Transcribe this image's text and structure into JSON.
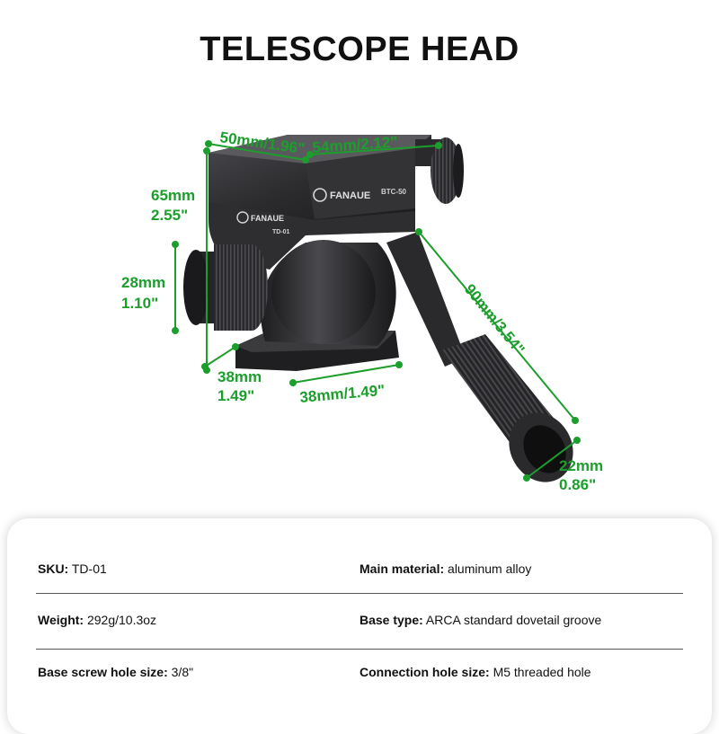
{
  "title": "TELESCOPE HEAD",
  "product": {
    "brand_label_top": "FANAUE",
    "model_label_top": "BTC-50",
    "brand_label_body": "FANAUE",
    "model_label_body": "TD-01"
  },
  "dimensions": {
    "top_width": "50mm/1.96\"",
    "top_depth": "54mm/2.12\"",
    "total_height_mm": "65mm",
    "total_height_in": "2.55\"",
    "knob_height_mm": "28mm",
    "knob_height_in": "1.10\"",
    "base_depth_mm": "38mm",
    "base_depth_in": "1.49\"",
    "base_width": "38mm/1.49\"",
    "handle_length": "90mm/3.54\"",
    "handle_dia_mm": "22mm",
    "handle_dia_in": "0.86\""
  },
  "specs": [
    {
      "left_label": "SKU:",
      "left_value": " TD-01",
      "right_label": "Main material:",
      "right_value": " aluminum alloy"
    },
    {
      "left_label": "Weight:",
      "left_value": "  292g/10.3oz",
      "right_label": "Base type:",
      "right_value": "  ARCA standard dovetail groove"
    },
    {
      "left_label": "Base screw hole size:",
      "left_value": " 3/8\"",
      "right_label": "Connection hole size:",
      "right_value": "  M5 threaded hole"
    }
  ],
  "colors": {
    "dimension": "#1c9e2c",
    "metal_dark": "#2a2a2c",
    "metal_mid": "#3d3d40"
  }
}
